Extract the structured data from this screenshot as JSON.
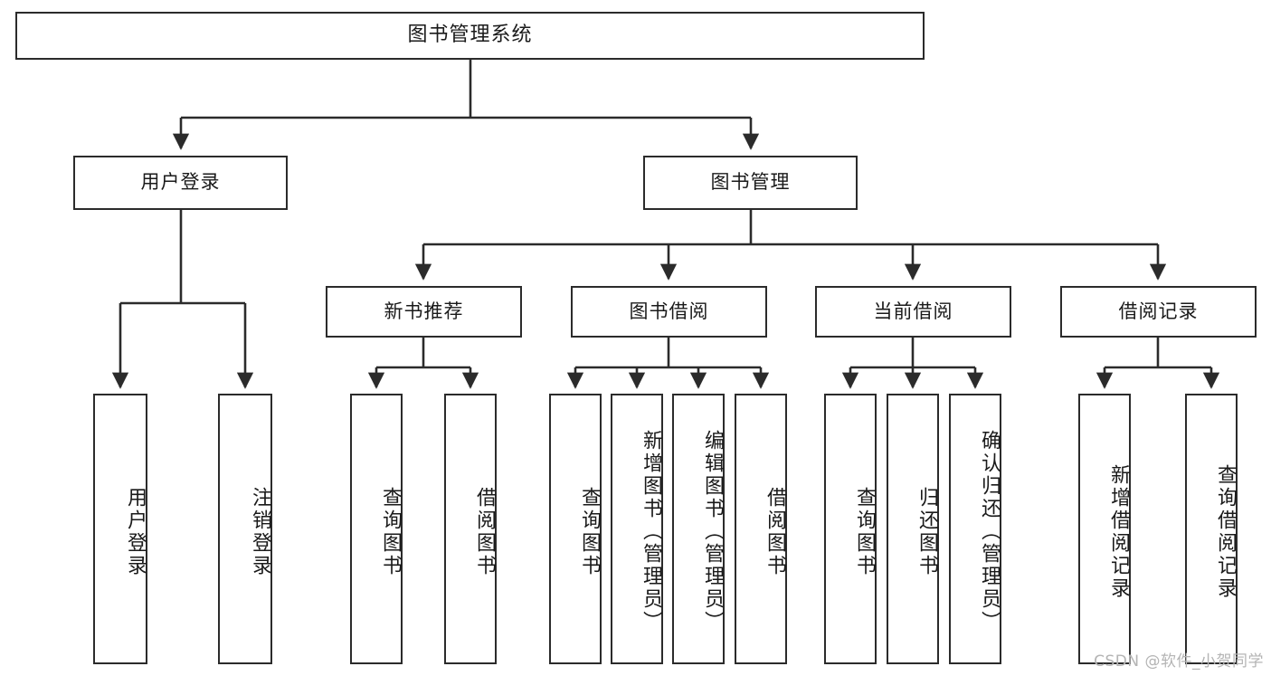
{
  "diagram": {
    "type": "tree-hierarchy",
    "title": "图书管理系统",
    "watermark": "CSDN @软件_小贺同学",
    "colors": {
      "background": "#ffffff",
      "stroke": "#2b2b2b",
      "text": "#1a1a1a",
      "watermark": "#b4b4b4"
    },
    "levels": [
      {
        "level": 0,
        "nodes": [
          {
            "id": "root",
            "label": "图书管理系统",
            "orientation": "horizontal"
          }
        ]
      },
      {
        "level": 1,
        "nodes": [
          {
            "id": "login",
            "label": "用户登录",
            "orientation": "horizontal",
            "parent": "root"
          },
          {
            "id": "bookmgmt",
            "label": "图书管理",
            "orientation": "horizontal",
            "parent": "root"
          }
        ]
      },
      {
        "level": 2,
        "nodes": [
          {
            "id": "newbook",
            "label": "新书推荐",
            "orientation": "horizontal",
            "parent": "bookmgmt"
          },
          {
            "id": "borrow",
            "label": "图书借阅",
            "orientation": "horizontal",
            "parent": "bookmgmt"
          },
          {
            "id": "current",
            "label": "当前借阅",
            "orientation": "horizontal",
            "parent": "bookmgmt"
          },
          {
            "id": "records",
            "label": "借阅记录",
            "orientation": "horizontal",
            "parent": "bookmgmt"
          }
        ]
      },
      {
        "level": 3,
        "nodes": [
          {
            "id": "leaf1",
            "label": "用户登录",
            "orientation": "vertical",
            "parent": "login"
          },
          {
            "id": "leaf2",
            "label": "注销登录",
            "orientation": "vertical",
            "parent": "login"
          },
          {
            "id": "leaf3",
            "label": "查询图书",
            "orientation": "vertical",
            "parent": "newbook"
          },
          {
            "id": "leaf4",
            "label": "借阅图书",
            "orientation": "vertical",
            "parent": "newbook"
          },
          {
            "id": "leaf5",
            "label": "查询图书",
            "orientation": "vertical",
            "parent": "borrow"
          },
          {
            "id": "leaf6",
            "label": "新增图书（管理员）",
            "orientation": "vertical",
            "parent": "borrow"
          },
          {
            "id": "leaf7",
            "label": "编辑图书（管理员）",
            "orientation": "vertical",
            "parent": "borrow"
          },
          {
            "id": "leaf8",
            "label": "借阅图书",
            "orientation": "vertical",
            "parent": "borrow"
          },
          {
            "id": "leaf9",
            "label": "查询图书",
            "orientation": "vertical",
            "parent": "current"
          },
          {
            "id": "leaf10",
            "label": "归还图书",
            "orientation": "vertical",
            "parent": "current"
          },
          {
            "id": "leaf11",
            "label": "确认归还（管理员）",
            "orientation": "vertical",
            "parent": "current"
          },
          {
            "id": "leaf12",
            "label": "新增借阅记录",
            "orientation": "vertical",
            "parent": "records"
          },
          {
            "id": "leaf13",
            "label": "查询借阅记录",
            "orientation": "vertical",
            "parent": "records"
          }
        ]
      }
    ]
  }
}
